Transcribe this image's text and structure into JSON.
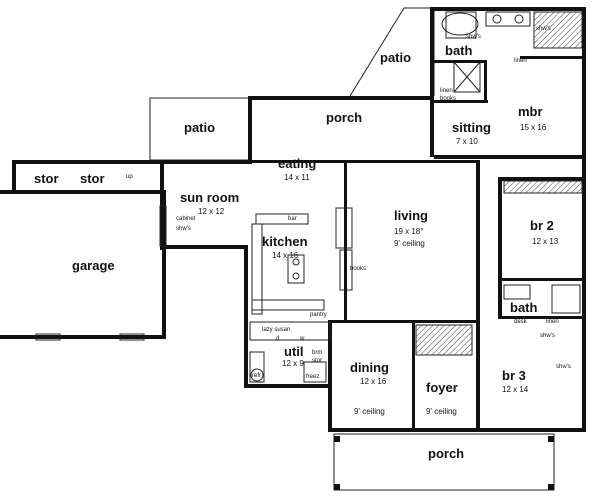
{
  "rooms": {
    "patio_top": {
      "name": "patio"
    },
    "bath_master": {
      "name": "bath",
      "showers": "shw's",
      "linen": "linen",
      "linen2": "linen",
      "books": "books"
    },
    "mbr": {
      "name": "mbr",
      "dim": "15 x 16"
    },
    "patio_left": {
      "name": "patio"
    },
    "porch_back": {
      "name": "porch"
    },
    "sitting": {
      "name": "sitting",
      "dim": "7 x 10"
    },
    "stor1": {
      "name": "stor"
    },
    "stor2": {
      "name": "stor",
      "up": "up"
    },
    "sun_room": {
      "name": "sun room",
      "dim": "12 x 12",
      "cabinet": "cabinet",
      "shws": "shw's"
    },
    "eating": {
      "name": "eating",
      "dim": "14 x 11"
    },
    "living": {
      "name": "living",
      "dim": "19 x 18°",
      "ceiling": "9' ceiling",
      "books": "books"
    },
    "br2": {
      "name": "br 2",
      "dim": "12 x 13"
    },
    "kitchen": {
      "name": "kitchen",
      "dim": "14 x 16",
      "bar": "bar",
      "pantry": "pantry"
    },
    "garage": {
      "name": "garage"
    },
    "util": {
      "name": "util",
      "dim": "12 x 9",
      "lazy_susan": "lazy susan",
      "d": "d",
      "w": "w",
      "brm": "brm",
      "stor": "stor",
      "freez": "freez",
      "refr": "refr"
    },
    "bath2": {
      "name": "bath",
      "desk": "desk",
      "linen": "linen",
      "shws1": "shw's",
      "shws2": "shw's"
    },
    "dining": {
      "name": "dining",
      "dim": "12 x 16",
      "ceiling": "9' ceiling"
    },
    "foyer": {
      "name": "foyer",
      "ceiling": "9' ceiling"
    },
    "br3": {
      "name": "br 3",
      "dim": "12 x 14"
    },
    "porch_front": {
      "name": "porch"
    }
  }
}
